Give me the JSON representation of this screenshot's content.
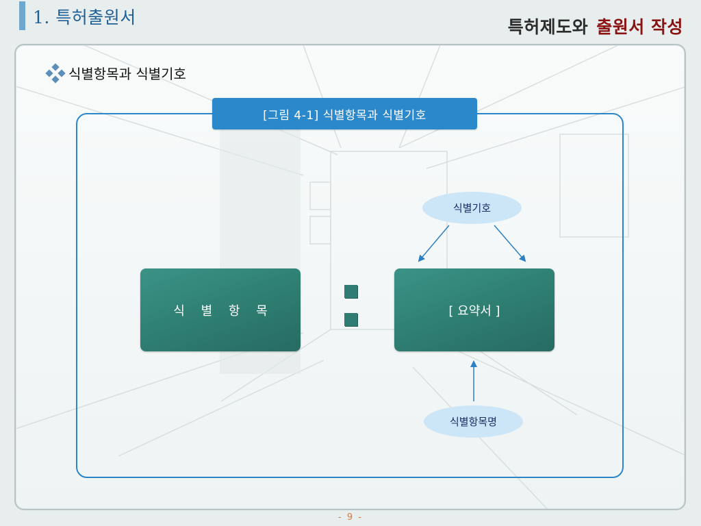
{
  "header": {
    "section_title": "1. 특허출원서",
    "right_title_part1": "특허제도와",
    "right_title_part2": "출원서 작성"
  },
  "bullet": {
    "text": "식별항목과 식별기호"
  },
  "figure": {
    "title": "[그림 4-1] 식별항목과 식별기호",
    "left_box": "식 별 항 목",
    "right_box": "[ 요약서 ]",
    "top_oval": "식별기호",
    "bottom_oval": "식별항목명"
  },
  "footer": {
    "page": "- 9 -"
  },
  "colors": {
    "accent": "#2b89cb",
    "box": "#2e7d71",
    "oval": "#cce6f7",
    "title_red": "#8a1212"
  }
}
